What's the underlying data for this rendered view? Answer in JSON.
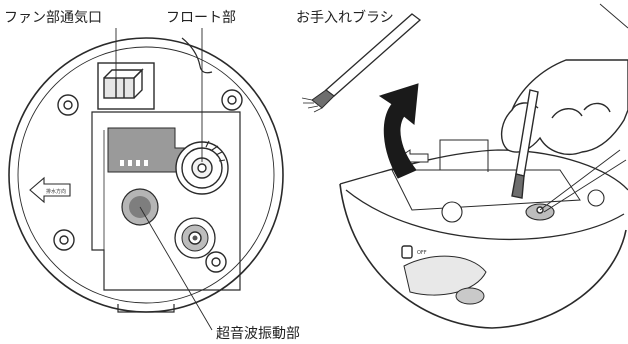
{
  "labels": {
    "fan_vent": "ファン部通気口",
    "float": "フロート部",
    "brush": "お手入れブラシ",
    "ultrasonic": "超音波振動部"
  },
  "markings": {
    "drain_direction": "排水方向",
    "switch": "OFF"
  },
  "colors": {
    "line": "#2a2a2a",
    "gray_fill": "#9a9a9a",
    "light_gray": "#d6d6d6",
    "arrow": "#1a1a1a"
  }
}
